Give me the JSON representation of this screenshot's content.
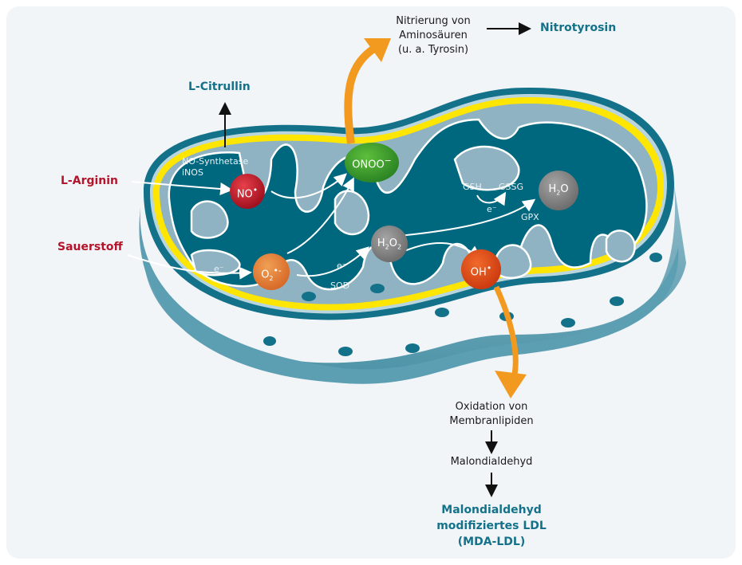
{
  "colors": {
    "background": "#f2f5f8",
    "outer_membrane": "#13728a",
    "intermembrane": "#8fb3c2",
    "yellow_membrane": "#ffe600",
    "matrix": "#00687e",
    "text_teal": "#13728a",
    "text_red": "#b5142b",
    "orange_arrow": "#f29a1f",
    "no_radical": "#b5142b",
    "superoxide": "#e8833a",
    "peroxynitrite": "#3a9a2f",
    "hydrogen_peroxide": "#8a8a8a",
    "water": "#8a8a8a",
    "hydroxyl": "#e04a1a"
  },
  "top": {
    "nitrierung_lines": [
      "Nitrierung von",
      "Aminosäuren",
      "(u. a. Tyrosin)"
    ],
    "nitrotyrosin": "Nitrotyrosin"
  },
  "left": {
    "l_citrullin": "L-Citrullin",
    "l_arginin": "L-Arginin",
    "sauerstoff": "Sauerstoff"
  },
  "inside": {
    "no_synthetase": "NO-Synthetase",
    "inos": "iNOS",
    "e_minus_1": "e⁻",
    "e_minus_2": "e⁻",
    "e_minus_3": "e⁻",
    "sod": "SOD",
    "gsh": "GSH",
    "gssg": "GSSG",
    "gpx": "GPX"
  },
  "molecules": {
    "no": {
      "base": "NO",
      "sup": "•"
    },
    "o2": {
      "base": "O",
      "sub": "2",
      "sup": "•-"
    },
    "onoo": {
      "base": "ONOO",
      "sup": "−"
    },
    "h2o2": {
      "a": "H",
      "s1": "2",
      "b": "O",
      "s2": "2"
    },
    "h2o": {
      "a": "H",
      "s1": "2",
      "b": "O"
    },
    "oh": {
      "base": "OH",
      "sup": "•"
    }
  },
  "bottom": {
    "oxidation_lines": [
      "Oxidation von",
      "Membranlipiden"
    ],
    "malondialdehyd": "Malondialdehyd",
    "mda_ldl_lines": [
      "Malondialdehyd",
      "modifiziertes LDL",
      "(MDA-LDL)"
    ]
  }
}
